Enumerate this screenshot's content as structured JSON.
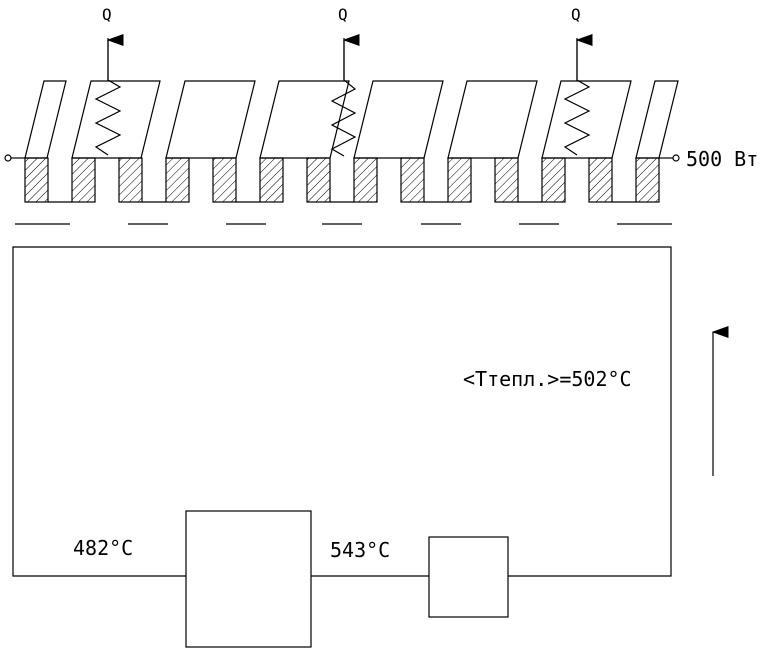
{
  "diagram": {
    "heat_flow_label": "Q",
    "power_label": "500 Вт",
    "avg_coolant_temp_label": "<Tтепл.>=502°C",
    "inlet_temp_label": "482°C",
    "outlet_temp_label": "543°C"
  }
}
